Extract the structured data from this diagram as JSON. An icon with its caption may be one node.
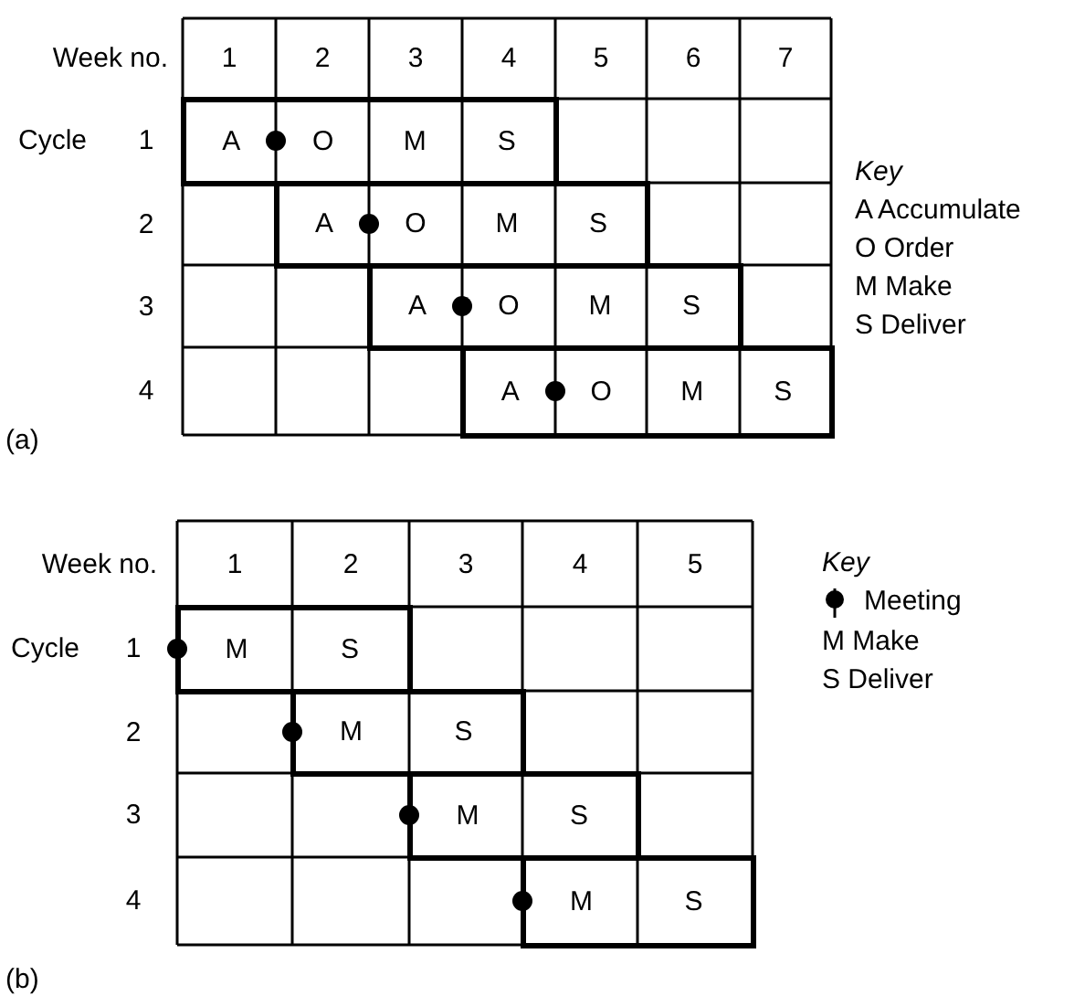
{
  "diagram": {
    "nodes": [
      {
        "text": [
          "A",
          "O",
          "M",
          "S"
        ]
      },
      {
        "text": [
          "A",
          "O",
          "M",
          "S"
        ]
      },
      {
        "text": [
          "A",
          "O",
          "M",
          "S"
        ]
      },
      {
        "text": [
          "A",
          "O",
          "M",
          "S"
        ]
      },
      {
        "text": [
          "M",
          "S"
        ]
      },
      {
        "text": [
          "M",
          "S"
        ]
      },
      {
        "text": [
          "M",
          "S"
        ]
      },
      {
        "text": [
          "M",
          "S"
        ]
      }
    ],
    "labels": [
      "Week no.",
      "1",
      "2",
      "3",
      "4",
      "5",
      "6",
      "7",
      "Cycle",
      "1",
      "2",
      "3",
      "4",
      "Key",
      "A Accumulate",
      "O Order",
      "M Make",
      "S Deliver",
      "(a)",
      "Week no.",
      "1",
      "2",
      "3",
      "4",
      "5",
      "Cycle",
      "1",
      "2",
      "3",
      "4",
      "Key",
      "Meeting",
      "M Make",
      "S Deliver",
      "(b)"
    ]
  }
}
